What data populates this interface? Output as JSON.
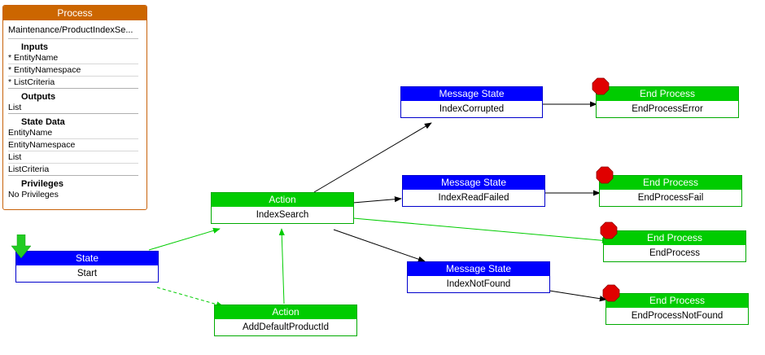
{
  "process_panel": {
    "title": "Process",
    "name": "Maintenance/ProductIndexSe...",
    "inputs": {
      "title": "Inputs",
      "items": [
        "* EntityName",
        "* EntityNamespace",
        "* ListCriteria"
      ]
    },
    "outputs": {
      "title": "Outputs",
      "items": [
        "List"
      ]
    },
    "state_data": {
      "title": "State Data",
      "items": [
        "EntityName",
        "EntityNamespace",
        "List",
        "ListCriteria"
      ]
    },
    "privileges": {
      "title": "Privileges",
      "items": [
        "No Privileges"
      ]
    }
  },
  "nodes": {
    "start": {
      "type": "State",
      "label": "Start"
    },
    "index_search": {
      "type": "Action",
      "label": "IndexSearch"
    },
    "add_default": {
      "type": "Action",
      "label": "AddDefaultProductId"
    },
    "msg_corrupted": {
      "type": "Message State",
      "label": "IndexCorrupted"
    },
    "msg_read_failed": {
      "type": "Message State",
      "label": "IndexReadFailed"
    },
    "msg_not_found": {
      "type": "Message State",
      "label": "IndexNotFound"
    },
    "end_error": {
      "type": "End Process",
      "label": "EndProcessError"
    },
    "end_fail": {
      "type": "End Process",
      "label": "EndProcessFail"
    },
    "end_process": {
      "type": "End Process",
      "label": "EndProcess"
    },
    "end_not_found": {
      "type": "End Process",
      "label": "EndProcessNotFound"
    }
  },
  "colors": {
    "state_header": "#0000ff",
    "action_header": "#00cc00",
    "process_header": "#cc6600",
    "stop_sign": "#e00000",
    "start_arrow": "#22cc22"
  }
}
